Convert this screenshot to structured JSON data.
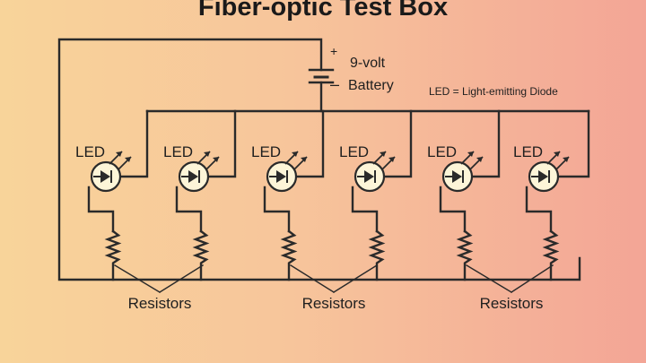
{
  "title": "Fiber-optic Test Box",
  "battery": {
    "plus": "+",
    "minus": "–",
    "line1": "9-volt",
    "line2": "Battery"
  },
  "legend": "LED = Light-emitting Diode",
  "led_label": "LED",
  "leds": [
    "LED",
    "LED",
    "LED",
    "LED",
    "LED",
    "LED"
  ],
  "resistor_label": "Resistors",
  "resistor_groups": [
    "Resistors",
    "Resistors",
    "Resistors"
  ],
  "colors": {
    "wire": "#2a2a2a",
    "bg_left": "#f8d49a",
    "bg_right": "#f3a596",
    "led_fill": "#fdf5d8"
  }
}
